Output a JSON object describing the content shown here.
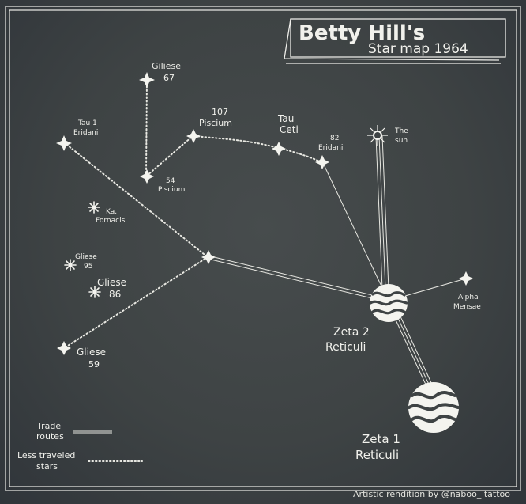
{
  "title": {
    "line1": "Betty Hill's",
    "line2": "Star map 1964"
  },
  "credit": "Artistic rendition by @naboo_ tattoo",
  "colors": {
    "background": "#3e4344",
    "ink": "#f1f1ec"
  },
  "stars": {
    "gliese67": {
      "l1": "Giliese",
      "l2": "67"
    },
    "tau1eridani": {
      "l1": "Tau 1",
      "l2": "Eridani"
    },
    "piscium107": {
      "l1": "107",
      "l2": "Piscium"
    },
    "piscium54": {
      "l1": "54",
      "l2": "Piscium"
    },
    "tauceti": {
      "l1": "Tau",
      "l2": "Ceti"
    },
    "eridani82": {
      "l1": "82",
      "l2": "Eridani"
    },
    "sun": {
      "l1": "The",
      "l2": "sun"
    },
    "kafornacis": {
      "l1": "Ka.",
      "l2": "Fornacis"
    },
    "gliese95": {
      "l1": "Gliese",
      "l2": "95"
    },
    "gliese86": {
      "l1": "Gliese",
      "l2": "86"
    },
    "gliese59": {
      "l1": "Gliese",
      "l2": "59"
    },
    "alphamensae": {
      "l1": "Alpha",
      "l2": "Mensae"
    },
    "zeta2": {
      "l1": "Zeta 2",
      "l2": "Reticuli"
    },
    "zeta1": {
      "l1": "Zeta 1",
      "l2": "Reticuli"
    }
  },
  "legend": {
    "trade": {
      "l1": "Trade",
      "l2": "routes"
    },
    "less": {
      "l1": "Less traveled",
      "l2": "stars"
    }
  }
}
